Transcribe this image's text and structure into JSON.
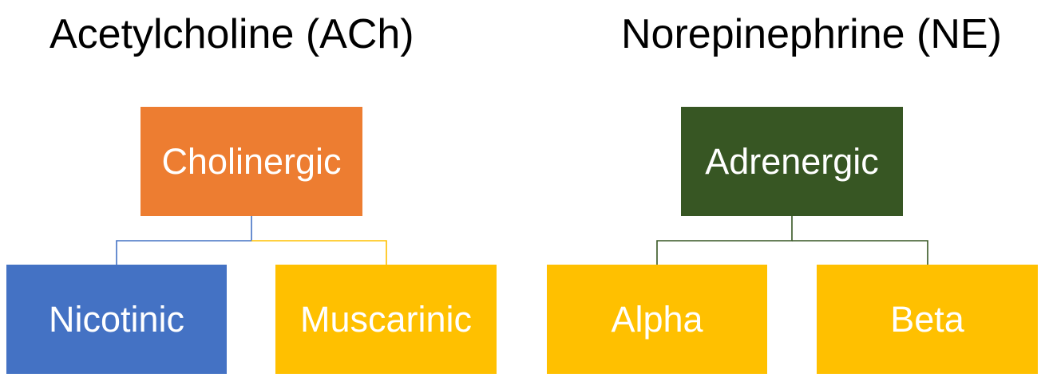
{
  "headings": {
    "left": "Acetylcholine (ACh)",
    "right": "Norepinephrine (NE)"
  },
  "tree_left": {
    "root": {
      "label": "Cholinergic",
      "color": "#ED7D31"
    },
    "children": [
      {
        "label": "Nicotinic",
        "color": "#4472C4",
        "connector_color": "#4472C4"
      },
      {
        "label": "Muscarinic",
        "color": "#FFC000",
        "connector_color": "#FFC000"
      }
    ]
  },
  "tree_right": {
    "root": {
      "label": "Adrenergic",
      "color": "#375623"
    },
    "children": [
      {
        "label": "Alpha",
        "color": "#FFC000",
        "connector_color": "#375623"
      },
      {
        "label": "Beta",
        "color": "#FFC000",
        "connector_color": "#375623"
      }
    ]
  }
}
